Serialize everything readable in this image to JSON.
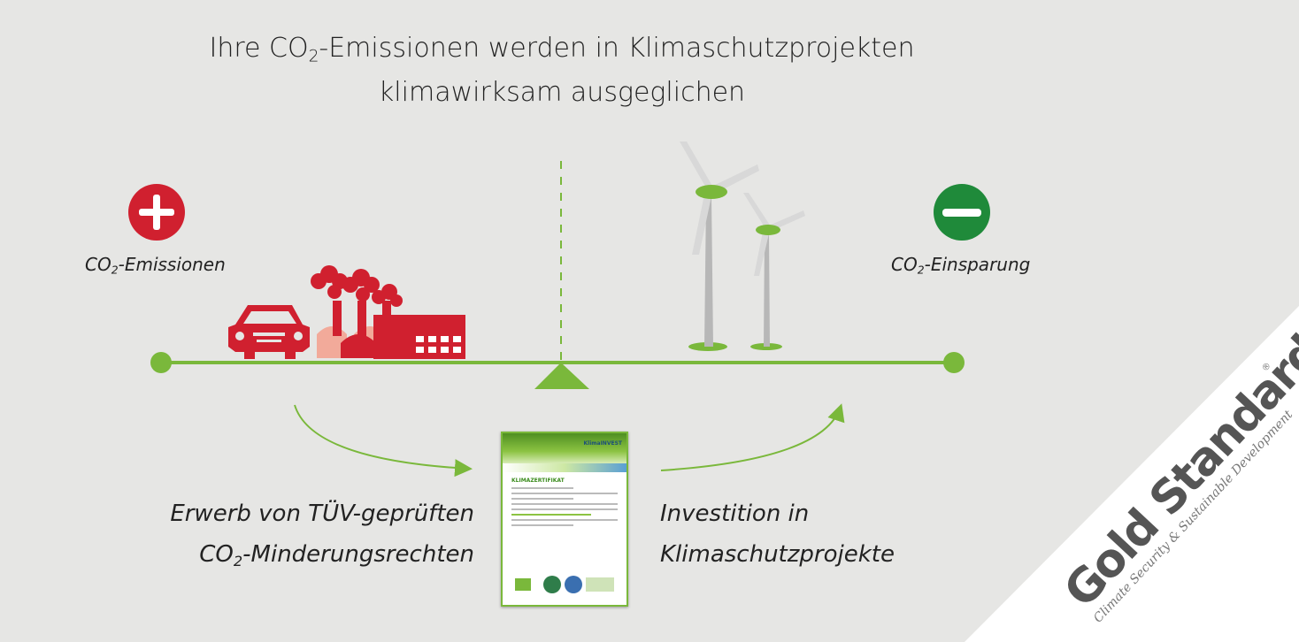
{
  "heading": {
    "line1_pre": "Ihre CO",
    "line1_sub": "2",
    "line1_post": "-Emissionen werden in Klimaschutzprojekten",
    "line2": "klimawirksam ausgeglichen"
  },
  "left": {
    "label_pre": "CO",
    "label_sub": "2",
    "label_post": "-Emissionen",
    "symbol": "plus-icon",
    "color": "#d0202f"
  },
  "right": {
    "label_pre": "CO",
    "label_sub": "2",
    "label_post": "-Einsparung",
    "symbol": "minus-icon",
    "color": "#1f8a3a"
  },
  "bottom_left": {
    "line1": "Erwerb von TÜV-geprüften",
    "line2_pre": "CO",
    "line2_sub": "2",
    "line2_post": "-Minderungsrechten"
  },
  "bottom_right": {
    "line1": "Investition in",
    "line2": "Klimaschutzprojekte"
  },
  "certificate": {
    "title": "KLIMAZERTIFIKAT",
    "brand": "KlimaINVEST"
  },
  "logo": {
    "name": "Gold Standard",
    "tagline": "Climate Security & Sustainable Development",
    "registered": "®"
  },
  "colors": {
    "background": "#e6e6e4",
    "green": "#7ab83b",
    "red": "#d0202f",
    "dark_green": "#1f8a3a"
  }
}
